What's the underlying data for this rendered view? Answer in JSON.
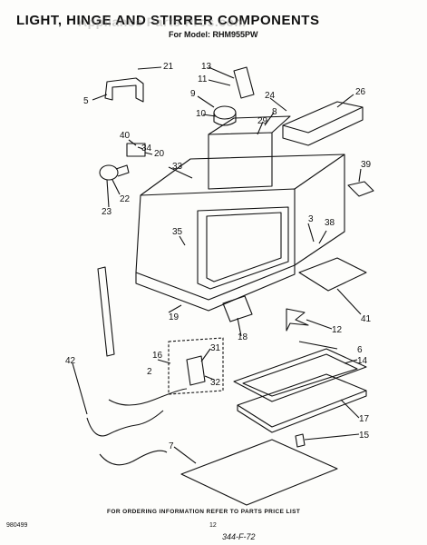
{
  "header": {
    "title": "LIGHT, HINGE AND STIRRER COMPONENTS",
    "watermark": "Appliance Parts Pros.com",
    "model": "For Model: RHM955PW"
  },
  "callouts": [
    "21",
    "5",
    "13",
    "11",
    "9",
    "10",
    "24",
    "26",
    "8",
    "29",
    "40",
    "34",
    "20",
    "33",
    "39",
    "22",
    "23",
    "3",
    "38",
    "35",
    "6",
    "41",
    "12",
    "19",
    "18",
    "16",
    "2",
    "31",
    "32",
    "42",
    "14",
    "17",
    "15",
    "7"
  ],
  "footer": {
    "ordering_note": "FOR ORDERING INFORMATION REFER TO PARTS PRICE LIST",
    "doc_id": "980499",
    "page_number": "12",
    "handwritten": "344-F-72"
  }
}
